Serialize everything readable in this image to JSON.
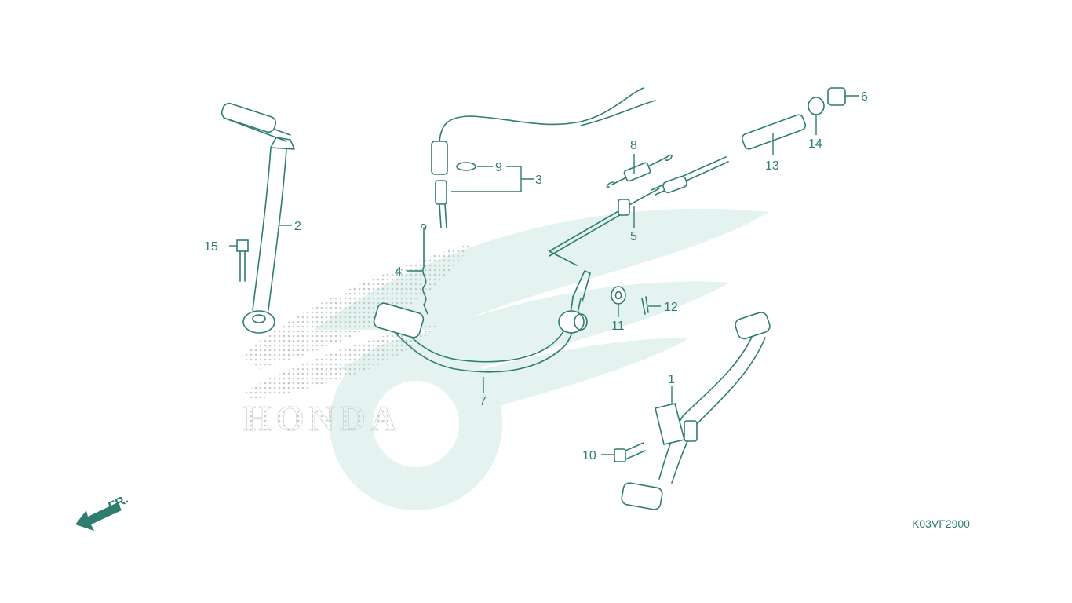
{
  "diagram": {
    "code": "K03VF2900",
    "watermark_text": "HONDA",
    "front_marker": "FR.",
    "colors": {
      "line": "#2e7d6e",
      "watermark": "#dff1ec",
      "dots": "#c9cfcf"
    },
    "callouts": [
      "1",
      "2",
      "3",
      "4",
      "5",
      "6",
      "7",
      "8",
      "9",
      "10",
      "11",
      "12",
      "13",
      "14",
      "15"
    ]
  }
}
